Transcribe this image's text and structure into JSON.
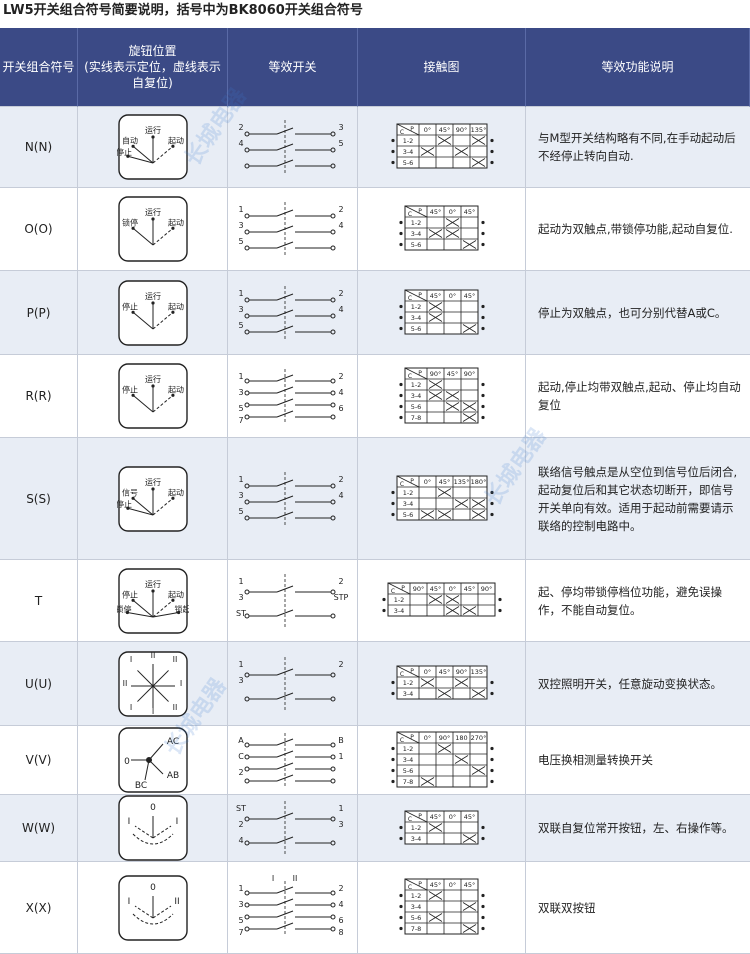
{
  "title": "LW5开关组合符号简要说明，括号中为BK8060开关组合符号",
  "headers": {
    "col1": "开关组合符号",
    "col2": "旋钮位置\n(实线表示定位，虚线表示自复位)",
    "col3": "等效开关",
    "col4": "接触图",
    "col5": "等效功能说明"
  },
  "rows": [
    {
      "code": "N(N)",
      "desc": "与M型开关结构略有不同,在手动起动后不经停止转向自动.",
      "knob": [
        "运行",
        "自动",
        "起动",
        "停止"
      ],
      "angles": [
        "0°",
        "45°",
        "90°",
        "135°"
      ],
      "contacts": [
        "1-2",
        "3-4",
        "5-6"
      ],
      "terms": [
        "2",
        "3",
        "4",
        "5"
      ]
    },
    {
      "code": "O(O)",
      "desc": "起动为双触点,带锁停功能,起动自复位.",
      "knob": [
        "运行",
        "锁停",
        "起动"
      ],
      "angles": [
        "45°",
        "0°",
        "45°"
      ],
      "contacts": [
        "1-2",
        "3-4",
        "5-6"
      ],
      "terms": [
        "1",
        "2",
        "3",
        "4",
        "5"
      ]
    },
    {
      "code": "P(P)",
      "desc": "停止为双触点，也可分别代替A或C。",
      "knob": [
        "运行",
        "停止",
        "起动"
      ],
      "angles": [
        "45°",
        "0°",
        "45°"
      ],
      "contacts": [
        "1-2",
        "3-4",
        "5-6"
      ],
      "terms": [
        "1",
        "2",
        "3",
        "4",
        "5"
      ]
    },
    {
      "code": "R(R)",
      "desc": "起动,停止均带双触点,起动、停止均自动复位",
      "knob": [
        "运行",
        "停止",
        "起动"
      ],
      "angles": [
        "90°",
        "45°",
        "90°"
      ],
      "contacts": [
        "1-2",
        "3-4",
        "5-6",
        "7-8"
      ],
      "terms": [
        "1",
        "2",
        "3",
        "4",
        "5",
        "6",
        "7"
      ]
    },
    {
      "code": "S(S)",
      "desc": "联络信号触点是从空位到信号位后闭合,起动复位后和其它状态切断开，即信号开关单向有效。适用于起动前需要请示联络的控制电路中。",
      "knob": [
        "运行",
        "信号",
        "起动",
        "停止"
      ],
      "angles": [
        "0°",
        "45°",
        "135°",
        "180°"
      ],
      "contacts": [
        "1-2",
        "3-4",
        "5-6"
      ],
      "terms": [
        "1",
        "2",
        "3",
        "4",
        "5"
      ]
    },
    {
      "code": "T",
      "desc": "起、停均带锁停档位功能，避免误操作，不能自动复位。",
      "knob": [
        "运行",
        "停止",
        "起动",
        "锁停",
        "锁起"
      ],
      "angles": [
        "90°",
        "45°",
        "0°",
        "45°",
        "90°"
      ],
      "contacts": [
        "1-2",
        "3-4"
      ],
      "terms": [
        "1",
        "2",
        "3",
        "STP",
        "ST"
      ]
    },
    {
      "code": "U(U)",
      "desc": "双控照明开关，任意旋动变换状态。",
      "knob": [
        "I",
        "II",
        "II",
        "I",
        "I",
        "II",
        "II",
        "I"
      ],
      "angles": [
        "0°",
        "45°",
        "90°",
        "135°"
      ],
      "contacts": [
        "1-2",
        "3-4"
      ],
      "terms": [
        "1",
        "2",
        "3"
      ]
    },
    {
      "code": "V(V)",
      "desc": "电压换相测量转换开关",
      "knob": [
        "AC",
        "0",
        "AB",
        "BC"
      ],
      "angles": [
        "0°",
        "90°",
        "180",
        "270°"
      ],
      "contacts": [
        "1-2",
        "3-4",
        "5-6",
        "7-8"
      ],
      "terms": [
        "A",
        "B",
        "C",
        "1",
        "2"
      ]
    },
    {
      "code": "W(W)",
      "desc": "双联自复位常开按钮，左、右操作等。",
      "knob": [
        "0",
        "I",
        "I"
      ],
      "angles": [
        "45°",
        "0°",
        "45°"
      ],
      "contacts": [
        "1-2",
        "3-4"
      ],
      "terms": [
        "ST",
        "1",
        "2",
        "3",
        "4"
      ]
    },
    {
      "code": "X(X)",
      "desc": "双联双按钮",
      "knob": [
        "0",
        "I",
        "II"
      ],
      "angles": [
        "45°",
        "0°",
        "45°"
      ],
      "contacts": [
        "1-2",
        "3-4",
        "5-6",
        "7-8"
      ],
      "terms": [
        "1",
        "2",
        "3",
        "4",
        "5",
        "6",
        "7",
        "8",
        "I",
        "II"
      ]
    }
  ],
  "watermark": "长城电器"
}
